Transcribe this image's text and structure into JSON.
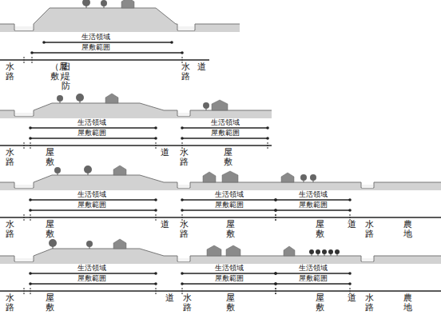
{
  "diagram": {
    "labels": [
      "生活領域",
      "屋敷範囲",
      "水路",
      "（屋敷）",
      "旧堤防",
      "水路",
      "道",
      "生活領域",
      "屋敷範囲",
      "生活領域",
      "屋敷範囲",
      "水路",
      "屋敷",
      "道",
      "水路",
      "屋敷",
      "生活領域",
      "屋敷範囲",
      "生活領域",
      "屋敷範囲",
      "生活領域",
      "屋敷範囲",
      "水路",
      "屋敷",
      "道",
      "水路",
      "屋敷",
      "屋敷",
      "道",
      "水路",
      "農地",
      "生活領域",
      "屋敷範囲",
      "生活領域",
      "屋敷範囲",
      "生活領域",
      "屋敷範囲",
      "水路",
      "屋敷",
      "道",
      "水路",
      "屋敷",
      "屋敷",
      "道",
      "水路",
      "農地"
    ]
  }
}
